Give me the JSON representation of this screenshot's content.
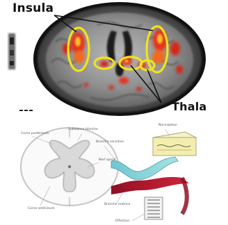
{
  "brain_scan": {
    "insula_label": "Insula",
    "thalamus_label": "Thala"
  },
  "spinal_diagram": {
    "labels": {
      "dorsal_horn": "Corne postérieure",
      "white_matter": "Substance blanche",
      "dorsal_root": "Branche sensitive",
      "nociceptor": "Nocicepteur",
      "spinal_nerve": "Nerf spinal",
      "ventral_horn": "Corne antérieure",
      "ventral_root": "Branche motrice",
      "effector": "Effecteur"
    }
  },
  "colors": {
    "highlight_yellow": "#f2e21a",
    "activation_red": "#e8321c",
    "sensory_nerve": "#8fd6dc",
    "motor_nerve": "#a8182c",
    "receptor_box": "#f3eeb0"
  }
}
